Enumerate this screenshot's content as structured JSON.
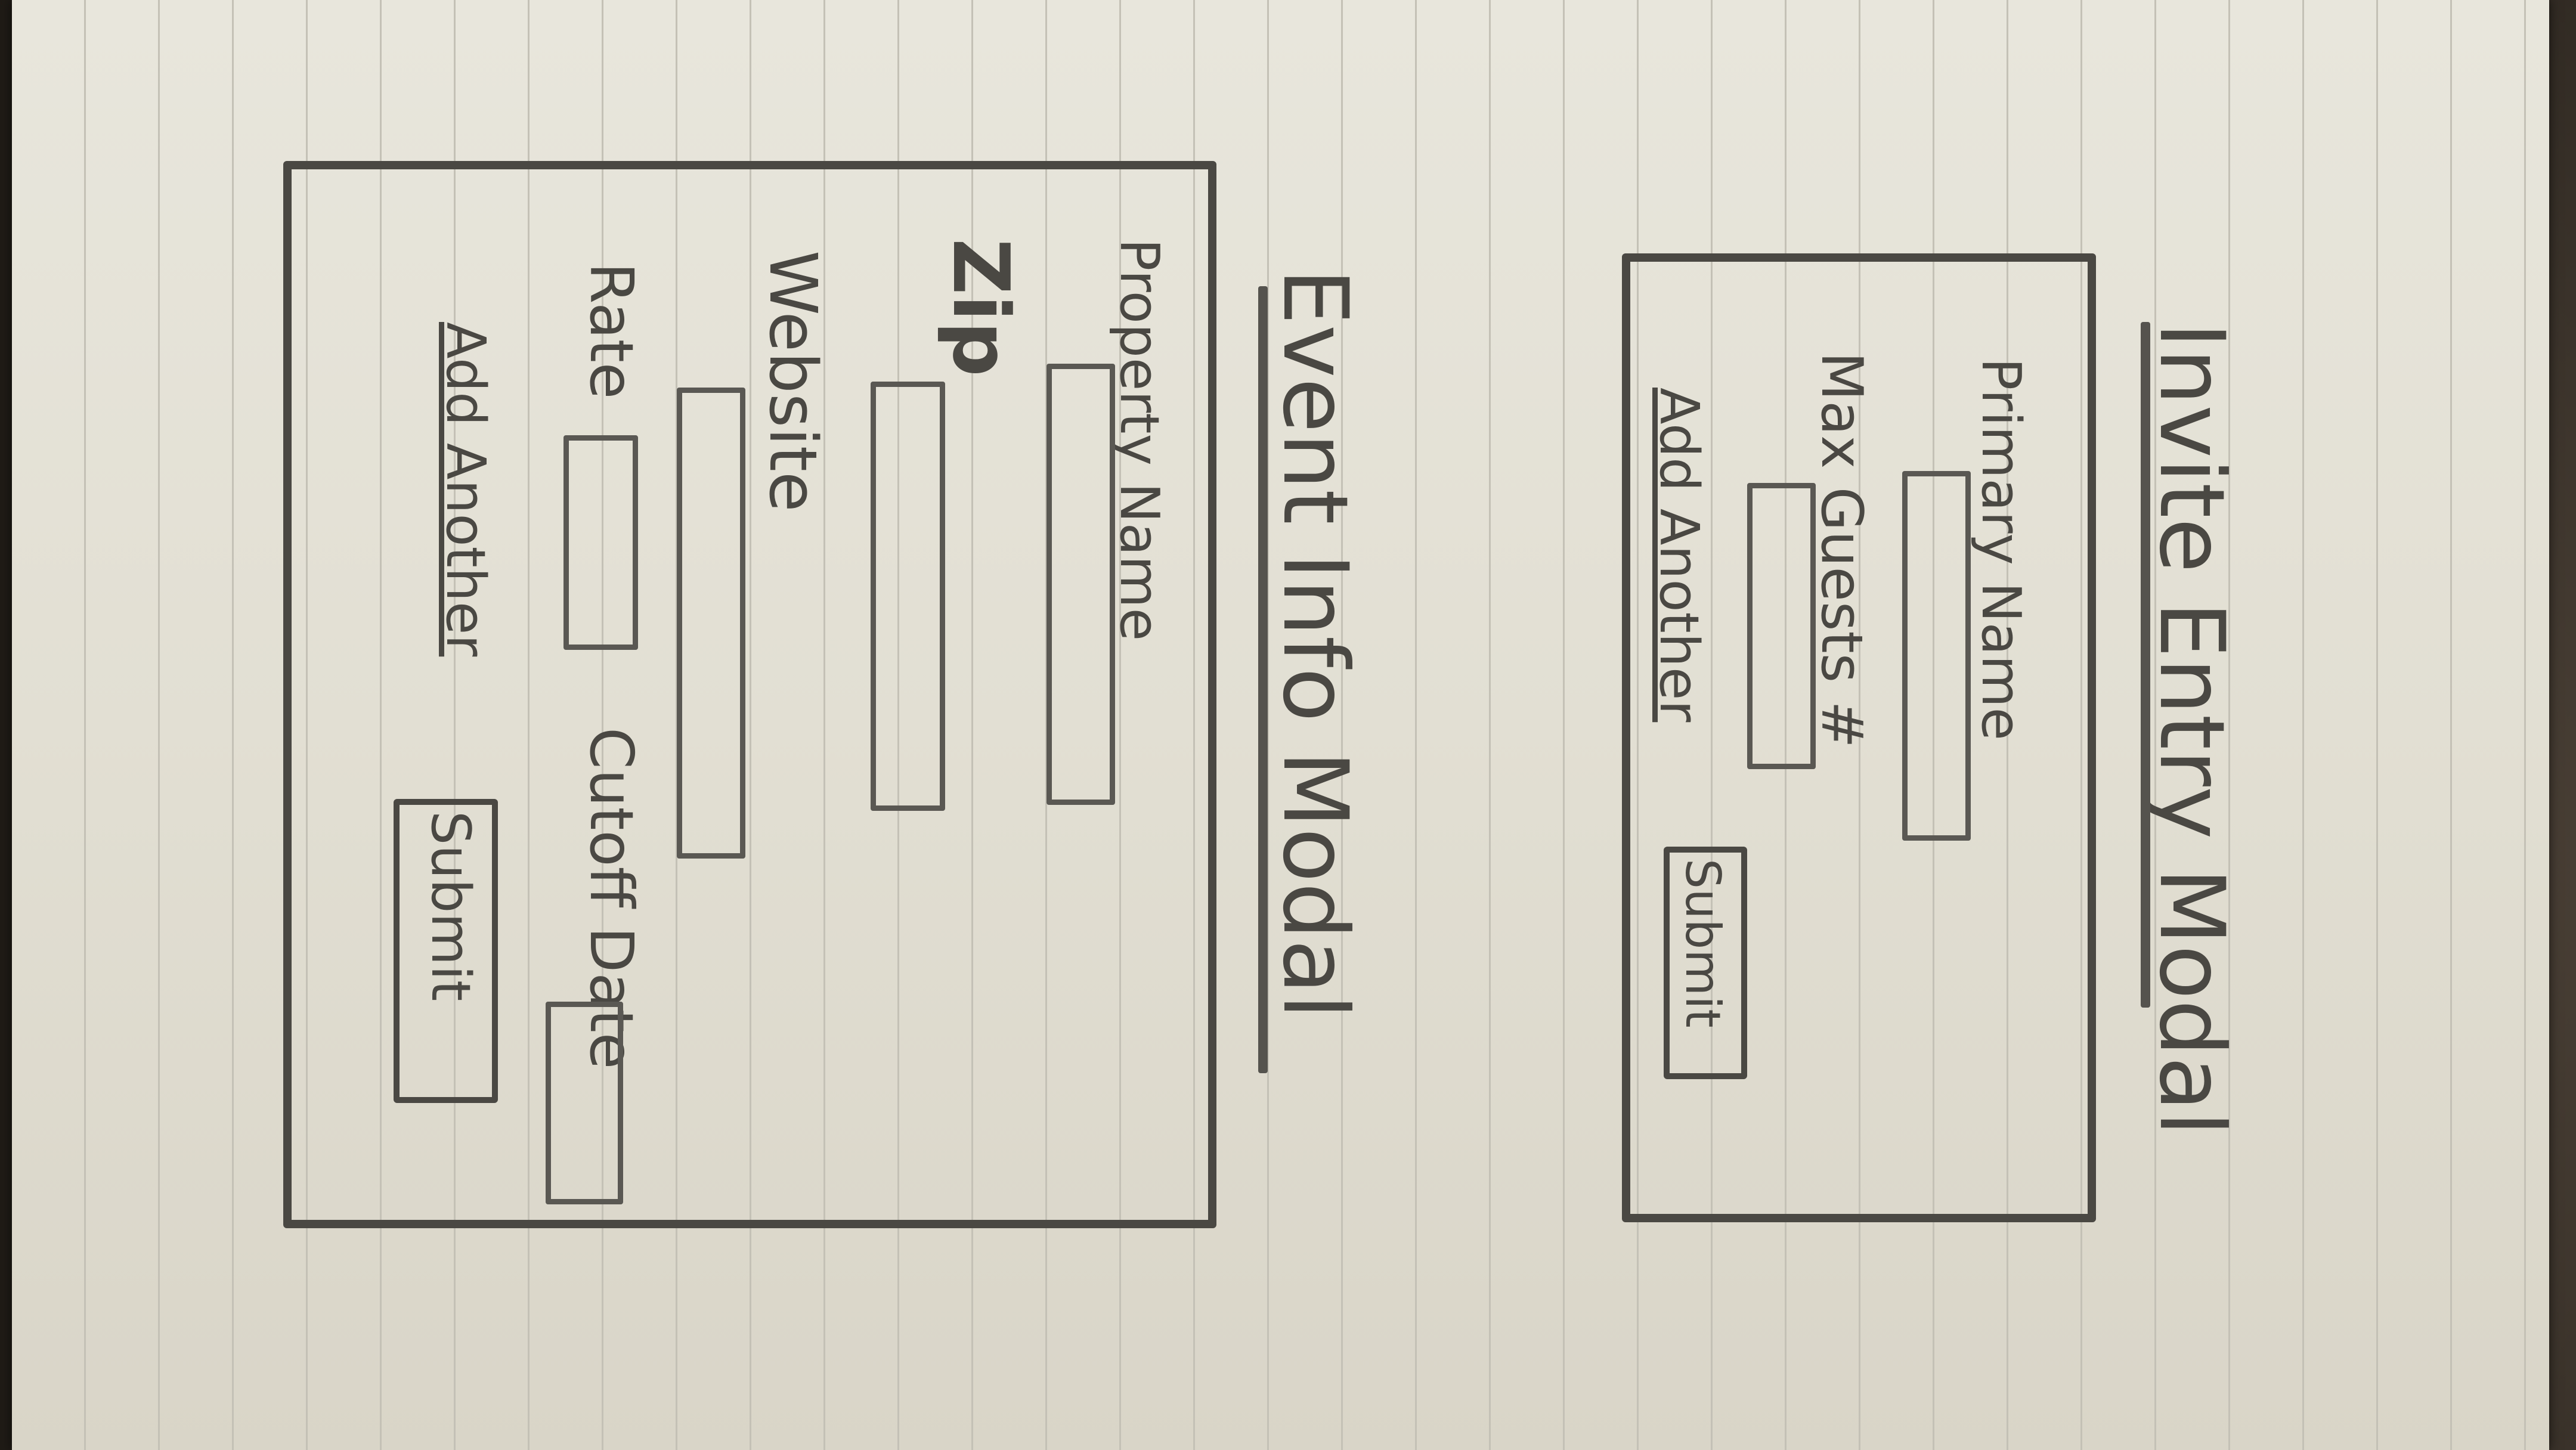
{
  "event_modal": {
    "title": "Event Info Modal",
    "fields": {
      "property_name": "Property Name",
      "zip": "Zip",
      "website": "Website",
      "rate": "Rate",
      "cutoff_date": "Cutoff Date"
    },
    "add_another": "Add Another",
    "submit": "Submit"
  },
  "invite_modal": {
    "title": "Invite Entry Modal",
    "fields": {
      "primary_name": "Primary Name",
      "max_guests": "Max Guests #"
    },
    "add_another": "Add Another",
    "submit": "Submit"
  },
  "colors": {
    "paper": "#e4e1d6",
    "pencil": "#4a4843",
    "rule_lines": "#c4c1b6"
  }
}
